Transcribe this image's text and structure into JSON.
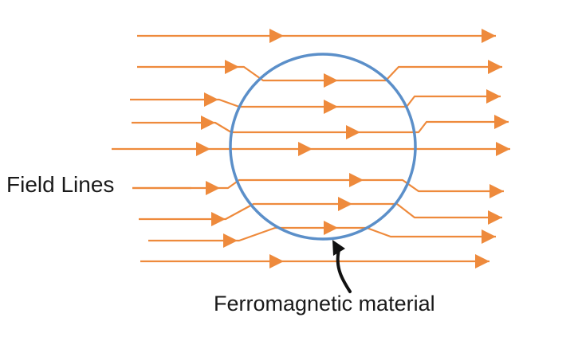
{
  "labels": {
    "field_lines": "Field Lines",
    "material": "Ferromagnetic material"
  },
  "colors": {
    "field_line": "#ee8a3c",
    "material_circle": "#5b8fc9",
    "label_text": "#1a1a1a",
    "pointer": "#111111"
  },
  "icons": {
    "line_arrowhead": "triangle-arrowhead",
    "pointer": "curved-black-arrow"
  },
  "field_line_count": 9
}
